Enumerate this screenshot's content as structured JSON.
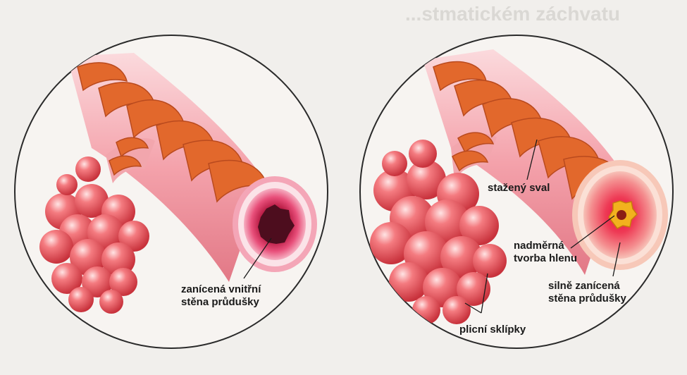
{
  "left_panel": {
    "label_inflamed_wall": [
      "zanícená vnitřní",
      "stěna průdušky"
    ]
  },
  "right_panel": {
    "label_muscle": "stažený sval",
    "label_mucus": [
      "nadměrná",
      "tvorba hlenu"
    ],
    "label_severe_wall": [
      "silně zanícená",
      "stěna průdušky"
    ],
    "label_alveoli": "plicní sklípky"
  },
  "background_text": {
    "heading_fragment": "...stmatickém záchvatu"
  },
  "colors": {
    "page_background": "#f1efec",
    "muscle": "#e2682c",
    "muscle_dark": "#b94a1e",
    "airway_wall": "#f6b9bf",
    "inflamed_pink": "#e23a6c",
    "alveoli": "#ee6a72",
    "mucus": "#f2b21e",
    "circle_outline": "#2a2a2a"
  }
}
